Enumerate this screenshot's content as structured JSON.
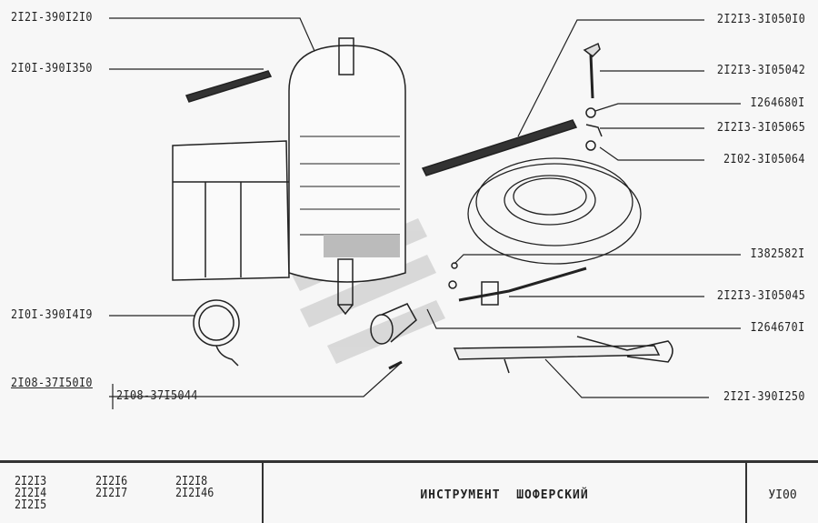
{
  "callouts_left": [
    "2I2I-390I2I0",
    "2I0I-390I350",
    "2I0I-390I4I9",
    "2I08-37I50I0",
    "2I08-37I5044"
  ],
  "callouts_right": [
    "2I2I3-3I050I0",
    "2I2I3-3I05042",
    "I264680I",
    "2I2I3-3I05065",
    "2I02-3I05064",
    "I382582I",
    "2I2I3-3I05045",
    "I264670I",
    "2I2I-390I250"
  ],
  "footer": {
    "models": [
      "2I2I3",
      "2I2I4",
      "2I2I5",
      "2I2I6",
      "2I2I7",
      "2I2I8",
      "2I2I46"
    ],
    "title": "ИНСТРУМЕНТ  ШОФЕРСКИЙ",
    "code": "УI00"
  }
}
